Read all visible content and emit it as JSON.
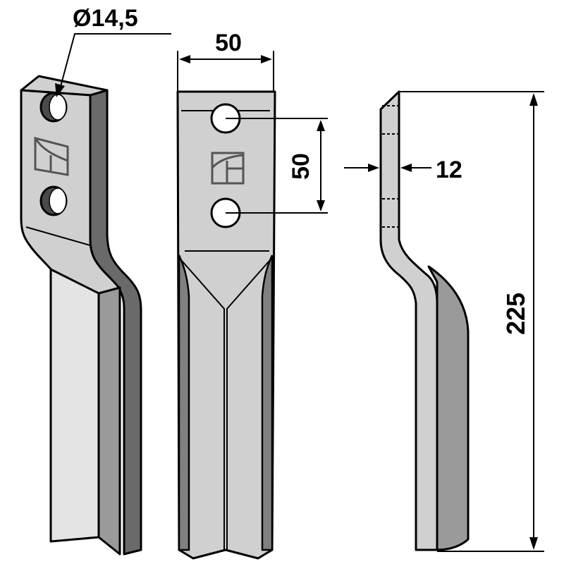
{
  "drawing": {
    "title": "Rotary tiller blade technical drawing",
    "colors": {
      "face_light": "#d0d0d0",
      "face_lighter": "#e2e2e2",
      "face_mid": "#9a9a9a",
      "face_dark": "#6a6a6a",
      "line": "#000000",
      "logo": "#555555"
    },
    "views": [
      {
        "name": "isometric-view",
        "description": "3D perspective view with two mounting holes and logo"
      },
      {
        "name": "front-view",
        "description": "Front view with two holes, logo and V-shaped bevel"
      },
      {
        "name": "side-view",
        "description": "Side profile showing bend and thickness"
      }
    ],
    "dimensions": {
      "hole_diameter": "Ø14,5",
      "width": "50",
      "hole_spacing": "50",
      "thickness": "12",
      "length": "225"
    }
  }
}
